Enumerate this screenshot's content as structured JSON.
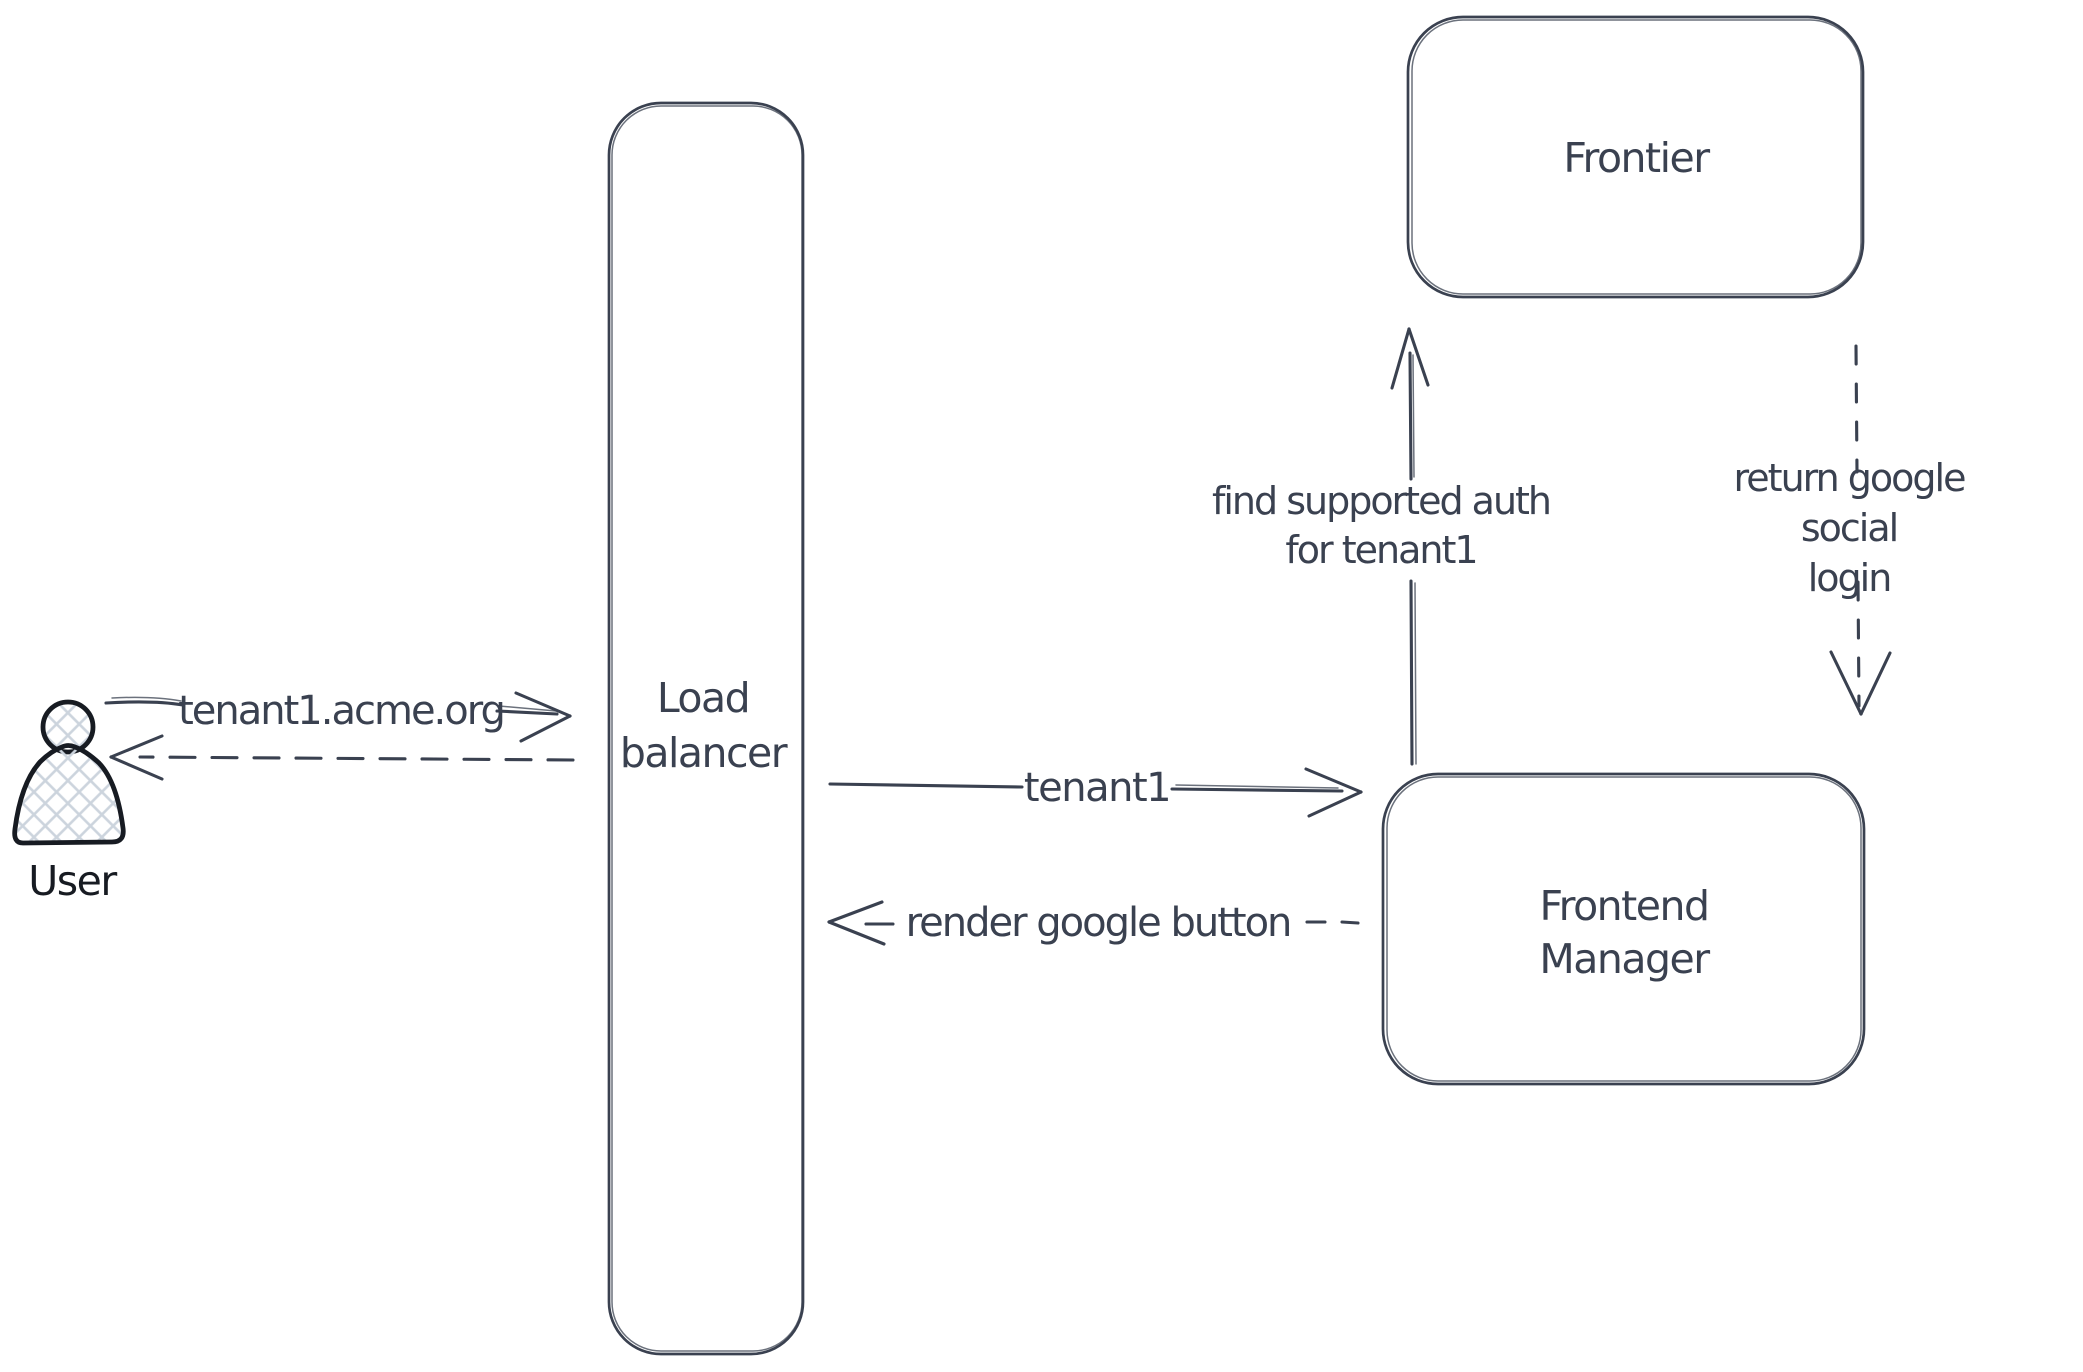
{
  "diagram": {
    "background": "#ffffff",
    "ink_color": "#3a4150",
    "figure_color": "#171b22",
    "hatch_color": "#ccd4dd",
    "nodes": {
      "user": {
        "label": "User",
        "shape": "person"
      },
      "load_balancer": {
        "label": "Load\nbalancer",
        "shape": "rounded-rect"
      },
      "frontier": {
        "label": "Frontier",
        "shape": "rounded-rect"
      },
      "frontend_manager": {
        "label": "Frontend\nManager",
        "shape": "rounded-rect"
      }
    },
    "edges": {
      "user_to_load_balancer": {
        "label": "tenant1.acme.org",
        "style": "solid",
        "direction": "right"
      },
      "load_balancer_to_user": {
        "label": "",
        "style": "dashed",
        "direction": "left"
      },
      "load_balancer_to_frontend_manager": {
        "label": "tenant1",
        "style": "solid",
        "direction": "right"
      },
      "frontend_manager_to_load_balancer": {
        "label": "render google button",
        "style": "dashed",
        "direction": "left"
      },
      "frontend_manager_to_frontier": {
        "label": "find supported auth\nfor tenant1",
        "style": "solid",
        "direction": "up"
      },
      "frontier_to_frontend_manager": {
        "label": "return google social\nlogin",
        "style": "dashed",
        "direction": "down"
      }
    }
  }
}
